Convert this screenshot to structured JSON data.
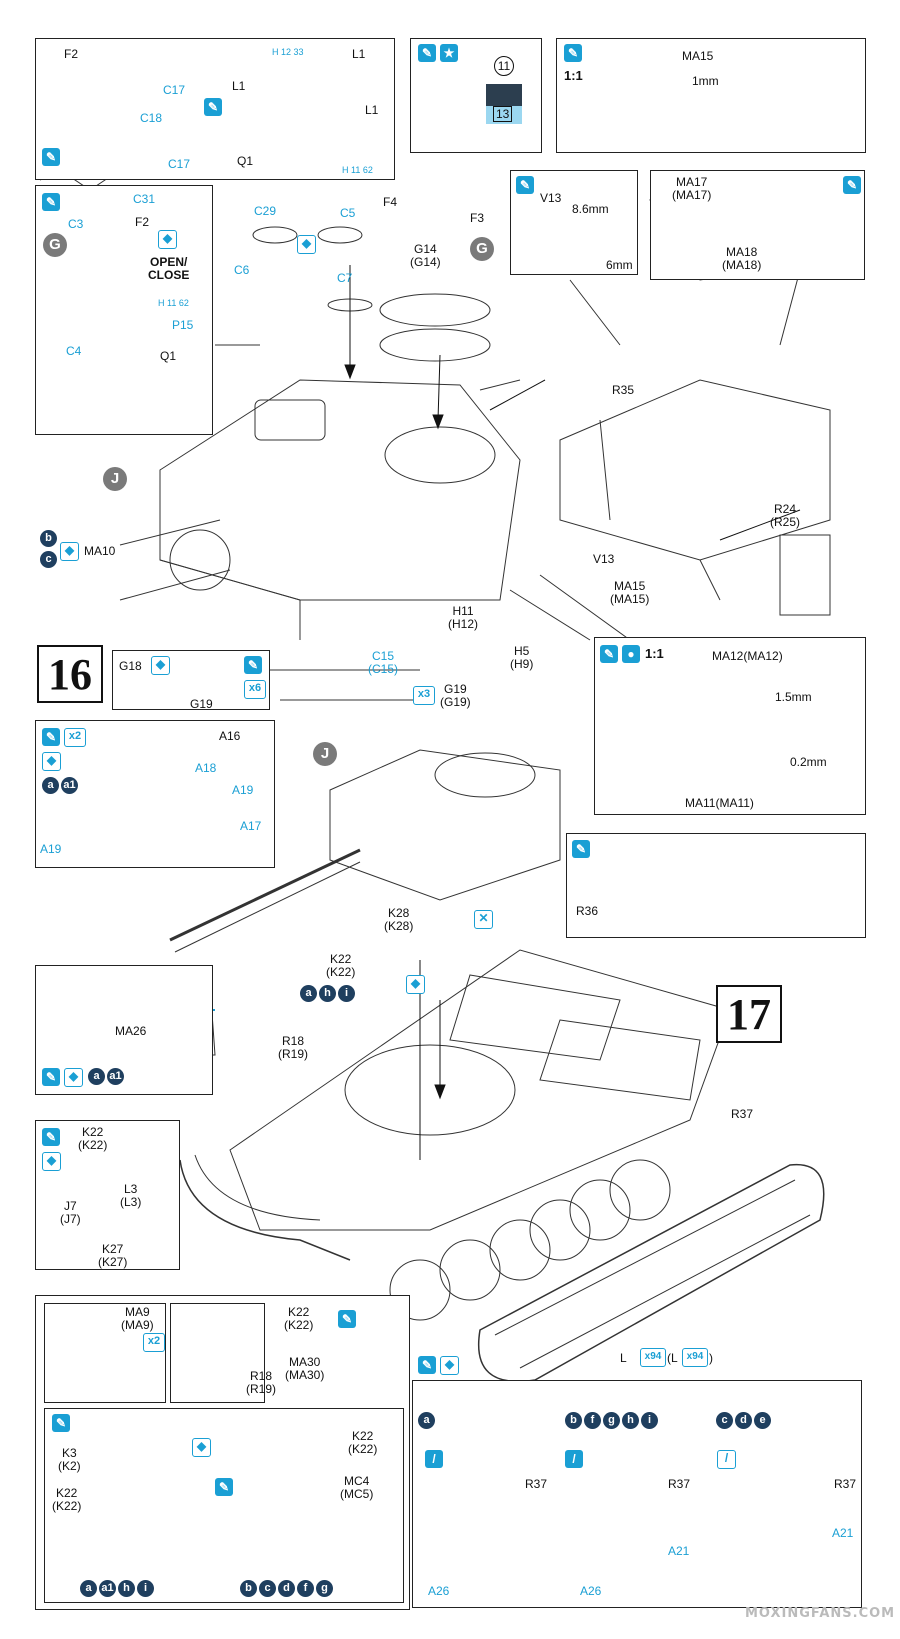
{
  "steps": {
    "step16": "16",
    "step17": "17"
  },
  "turret_marker": "J",
  "cupola_marker": "G",
  "open_close": "OPEN/\nCLOSE",
  "ratio": "1:1",
  "decal_number": "11",
  "decal_value": "13",
  "multipliers": {
    "x2": "x2",
    "x3": "x3",
    "x6": "x6",
    "x94": "x94"
  },
  "labels": {
    "F2": "F2",
    "C17": "C17",
    "C18": "C18",
    "L1": "L1",
    "Q1": "Q1",
    "H12_33": "H 12 33",
    "H11_62": "H 11 62",
    "MA15": "MA15",
    "mm1": "1mm",
    "C31": "C31",
    "C3": "C3",
    "C4": "C4",
    "P15": "P15",
    "C29": "C29",
    "C5": "C5",
    "C6": "C6",
    "C7": "C7",
    "F4": "F4",
    "F3": "F3",
    "G14": "G14\n(G14)",
    "V13": "V13",
    "mm86": "8.6mm",
    "mm6": "6mm",
    "MA17": "MA17\n(MA17)",
    "MA18": "MA18\n(MA18)",
    "R35": "R35",
    "R24": "R24\n(R25)",
    "MA15b": "MA15\n(MA15)",
    "MA10": "MA10",
    "H11": "H11\n(H12)",
    "H5": "H5\n(H9)",
    "C15": "C15\n(C15)",
    "G18": "G18",
    "G19": "G19",
    "G19b": "G19\n(G19)",
    "MA12": "MA12(MA12)",
    "MA11": "MA11(MA11)",
    "mm15": "1.5mm",
    "mm02": "0.2mm",
    "A16": "A16",
    "A18": "A18",
    "A19": "A19",
    "A19b": "A19",
    "A17": "A17",
    "R36": "R36",
    "K28": "K28\n(K28)",
    "K22": "K22\n(K22)",
    "R18": "R18\n(R19)",
    "MA26": "MA26",
    "R37": "R37",
    "K22b": "K22\n(K22)",
    "J7": "J7\n(J7)",
    "L3": "L3\n(L3)",
    "K27": "K27\n(K27)",
    "MA9": "MA9\n(MA9)",
    "R18b": "R18\n(R19)",
    "K22c": "K22\n(K22)",
    "MA30": "MA30\n(MA30)",
    "K3": "K3\n(K2)",
    "K22d": "K22\n(K22)",
    "K22e": "K22\n(K22)",
    "MC4": "MC4\n(MC5)",
    "L": "L",
    "Lb": "(L",
    "Lc": ")",
    "R37a": "R37",
    "R37b": "R37",
    "R37c": "R37",
    "A26a": "A26",
    "A26b": "A26",
    "A21a": "A21",
    "A21b": "A21"
  },
  "option_groups": {
    "b": [
      "b"
    ],
    "c": [
      "c"
    ],
    "a_a1": [
      "a",
      "a1"
    ],
    "ahi": [
      "a",
      "h",
      "i"
    ],
    "a_a1_b": [
      "a",
      "a1"
    ],
    "a_a1_hi": [
      "a",
      "a1",
      "h",
      "i"
    ],
    "bcdfg": [
      "b",
      "c",
      "d",
      "f",
      "g"
    ],
    "col_a": [
      "a"
    ],
    "col_bfghi": [
      "b",
      "f",
      "g",
      "h",
      "i"
    ],
    "col_cde": [
      "c",
      "d",
      "e"
    ]
  },
  "watermark": "MOXINGFANS.COM",
  "colors": {
    "accent": "#1a9fd4",
    "option": "#1f3f5f",
    "marker": "#7a7a7a"
  }
}
